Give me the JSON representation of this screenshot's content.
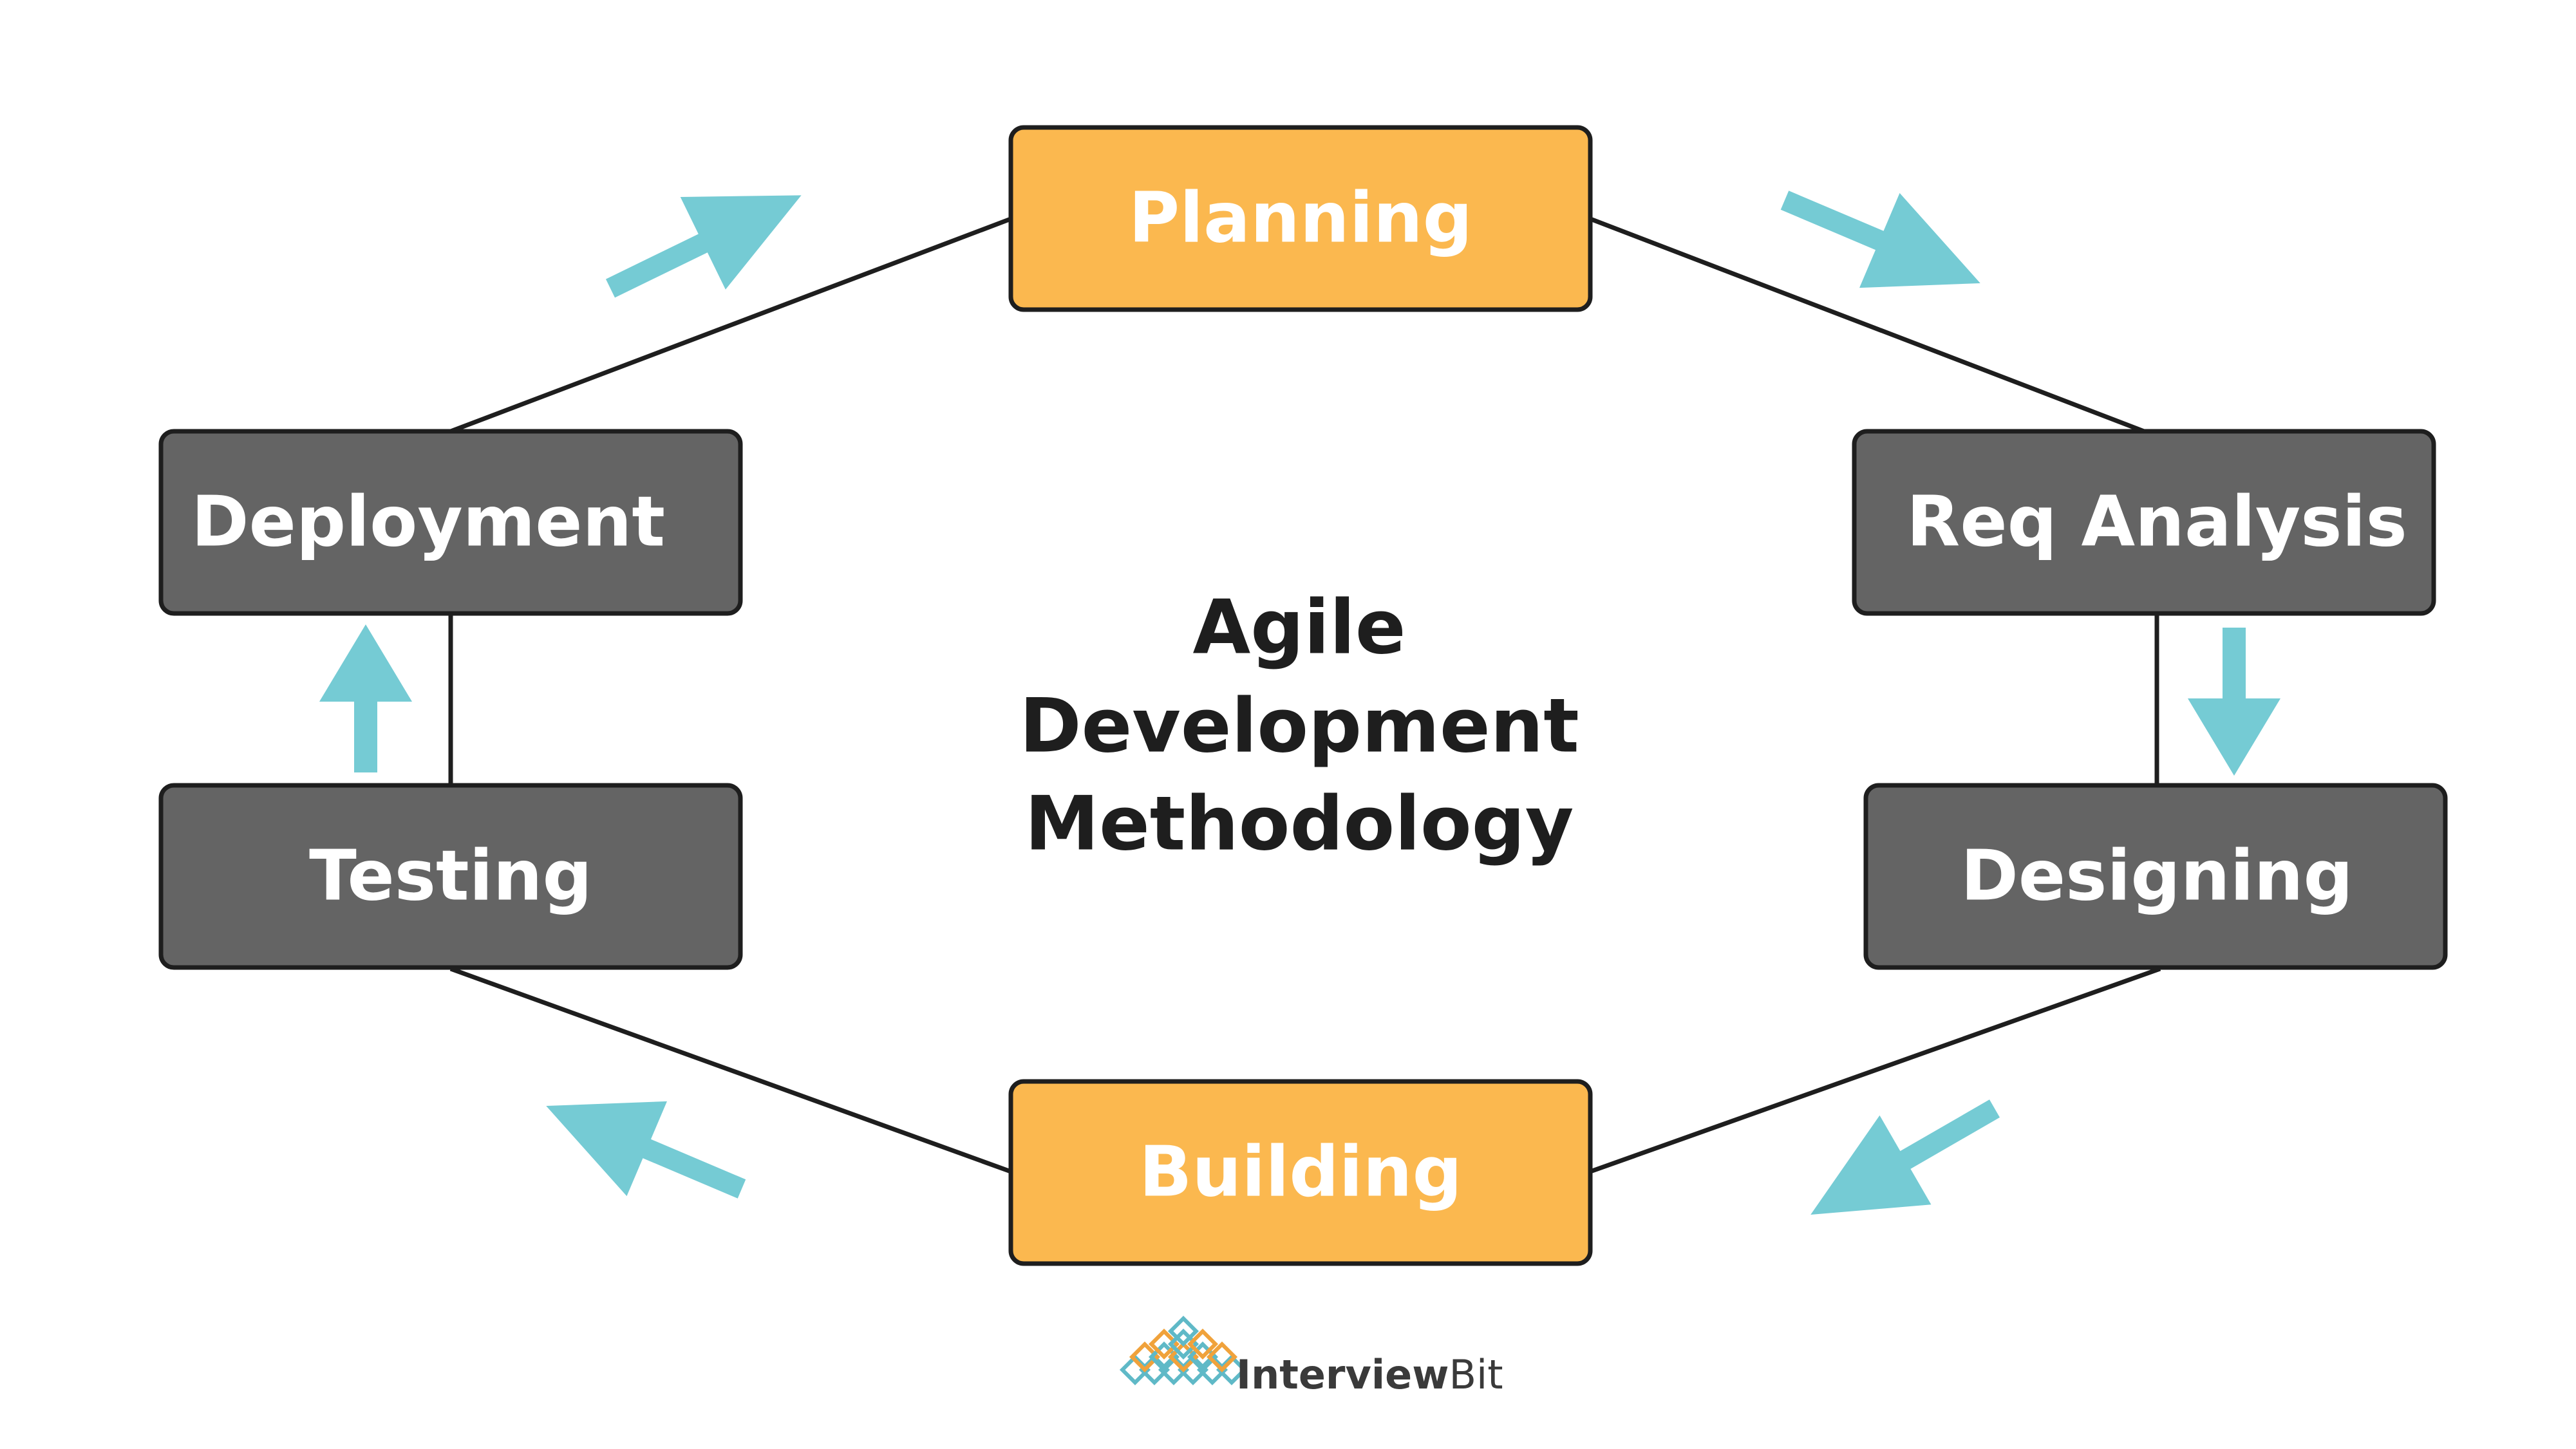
{
  "diagram": {
    "center_title": {
      "line1": "Agile",
      "line2": "Development",
      "line3": "Methodology"
    },
    "stages": [
      {
        "label": "Planning",
        "variant": "highlight"
      },
      {
        "label": "Req Analysis",
        "variant": "default"
      },
      {
        "label": "Designing",
        "variant": "default"
      },
      {
        "label": "Building",
        "variant": "highlight"
      },
      {
        "label": "Testing",
        "variant": "default"
      },
      {
        "label": "Deployment",
        "variant": "default"
      }
    ],
    "flow_direction": "clockwise"
  },
  "brand": {
    "name_part1": "Interview",
    "name_part2": "Bit"
  },
  "colors": {
    "highlight_fill": "#FBB84F",
    "default_fill": "#646464",
    "box_border": "#1e1e1e",
    "connector": "#1e1e1e",
    "arrow": "#75CBD4",
    "node_text": "#ffffff",
    "title_text": "#1e1e1e",
    "logo_blue": "#5FB9C7",
    "logo_orange": "#F0A23B"
  }
}
